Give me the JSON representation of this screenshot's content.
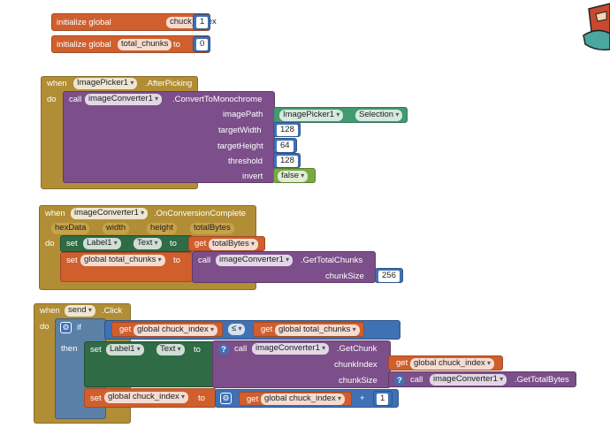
{
  "globals": {
    "init_label": "initialize global",
    "to_label": "to",
    "chuck_index": {
      "name": "chuck_index",
      "value": "1"
    },
    "total_chunks": {
      "name": "total_chunks",
      "value": "0"
    }
  },
  "event1": {
    "when": "when",
    "component": "ImagePicker1",
    "event": ".AfterPicking",
    "do": "do",
    "call": "call",
    "converter": "imageConverter1",
    "method": ".ConvertToMonochrome",
    "params": [
      "imagePath",
      "targetWidth",
      "targetHeight",
      "threshold",
      "invert"
    ],
    "imagepath_component": "ImagePicker1",
    "imagepath_property": "Selection",
    "width": "128",
    "height": "64",
    "threshold": "128",
    "invert": "false"
  },
  "event2": {
    "when": "when",
    "component": "imageConverter1",
    "event": ".OnConversionComplete",
    "params": [
      "hexData",
      "width",
      "height",
      "totalBytes"
    ],
    "do": "do",
    "set": "set",
    "label": "Label1",
    "property": "Text",
    "to": "to",
    "get": "get",
    "get_var": "totalBytes",
    "set_global": "global total_chunks",
    "call": "call",
    "converter": "imageConverter1",
    "method": ".GetTotalChunks",
    "chunksize_label": "chunkSize",
    "chunksize": "256"
  },
  "event3": {
    "when": "when",
    "component": "send",
    "event": ".Click",
    "do": "do",
    "if": "if",
    "then": "then",
    "get": "get",
    "cmp_left": "global chuck_index",
    "op": "≤",
    "cmp_right": "global total_chunks",
    "set": "set",
    "label": "Label1",
    "property": "Text",
    "to": "to",
    "call": "call",
    "converter": "imageConverter1",
    "method": ".GetChunk",
    "chunkindex_label": "chunkIndex",
    "chunkindex_var": "global chuck_index",
    "chunksize_label": "chunkSize",
    "chunksize_method": ".GetTotalBytes",
    "set_global": "global chuck_index",
    "add_var": "global chuck_index",
    "plus": "+",
    "add_value": "1"
  },
  "icons": {
    "gear": "⚙",
    "help": "?"
  },
  "colors": {
    "variable": "#d05f2d",
    "event": "#b18e35",
    "component_call": "#7c4f8a",
    "control": "#5b80a5",
    "math": "#3f71b5",
    "logic": "#77ab41"
  }
}
